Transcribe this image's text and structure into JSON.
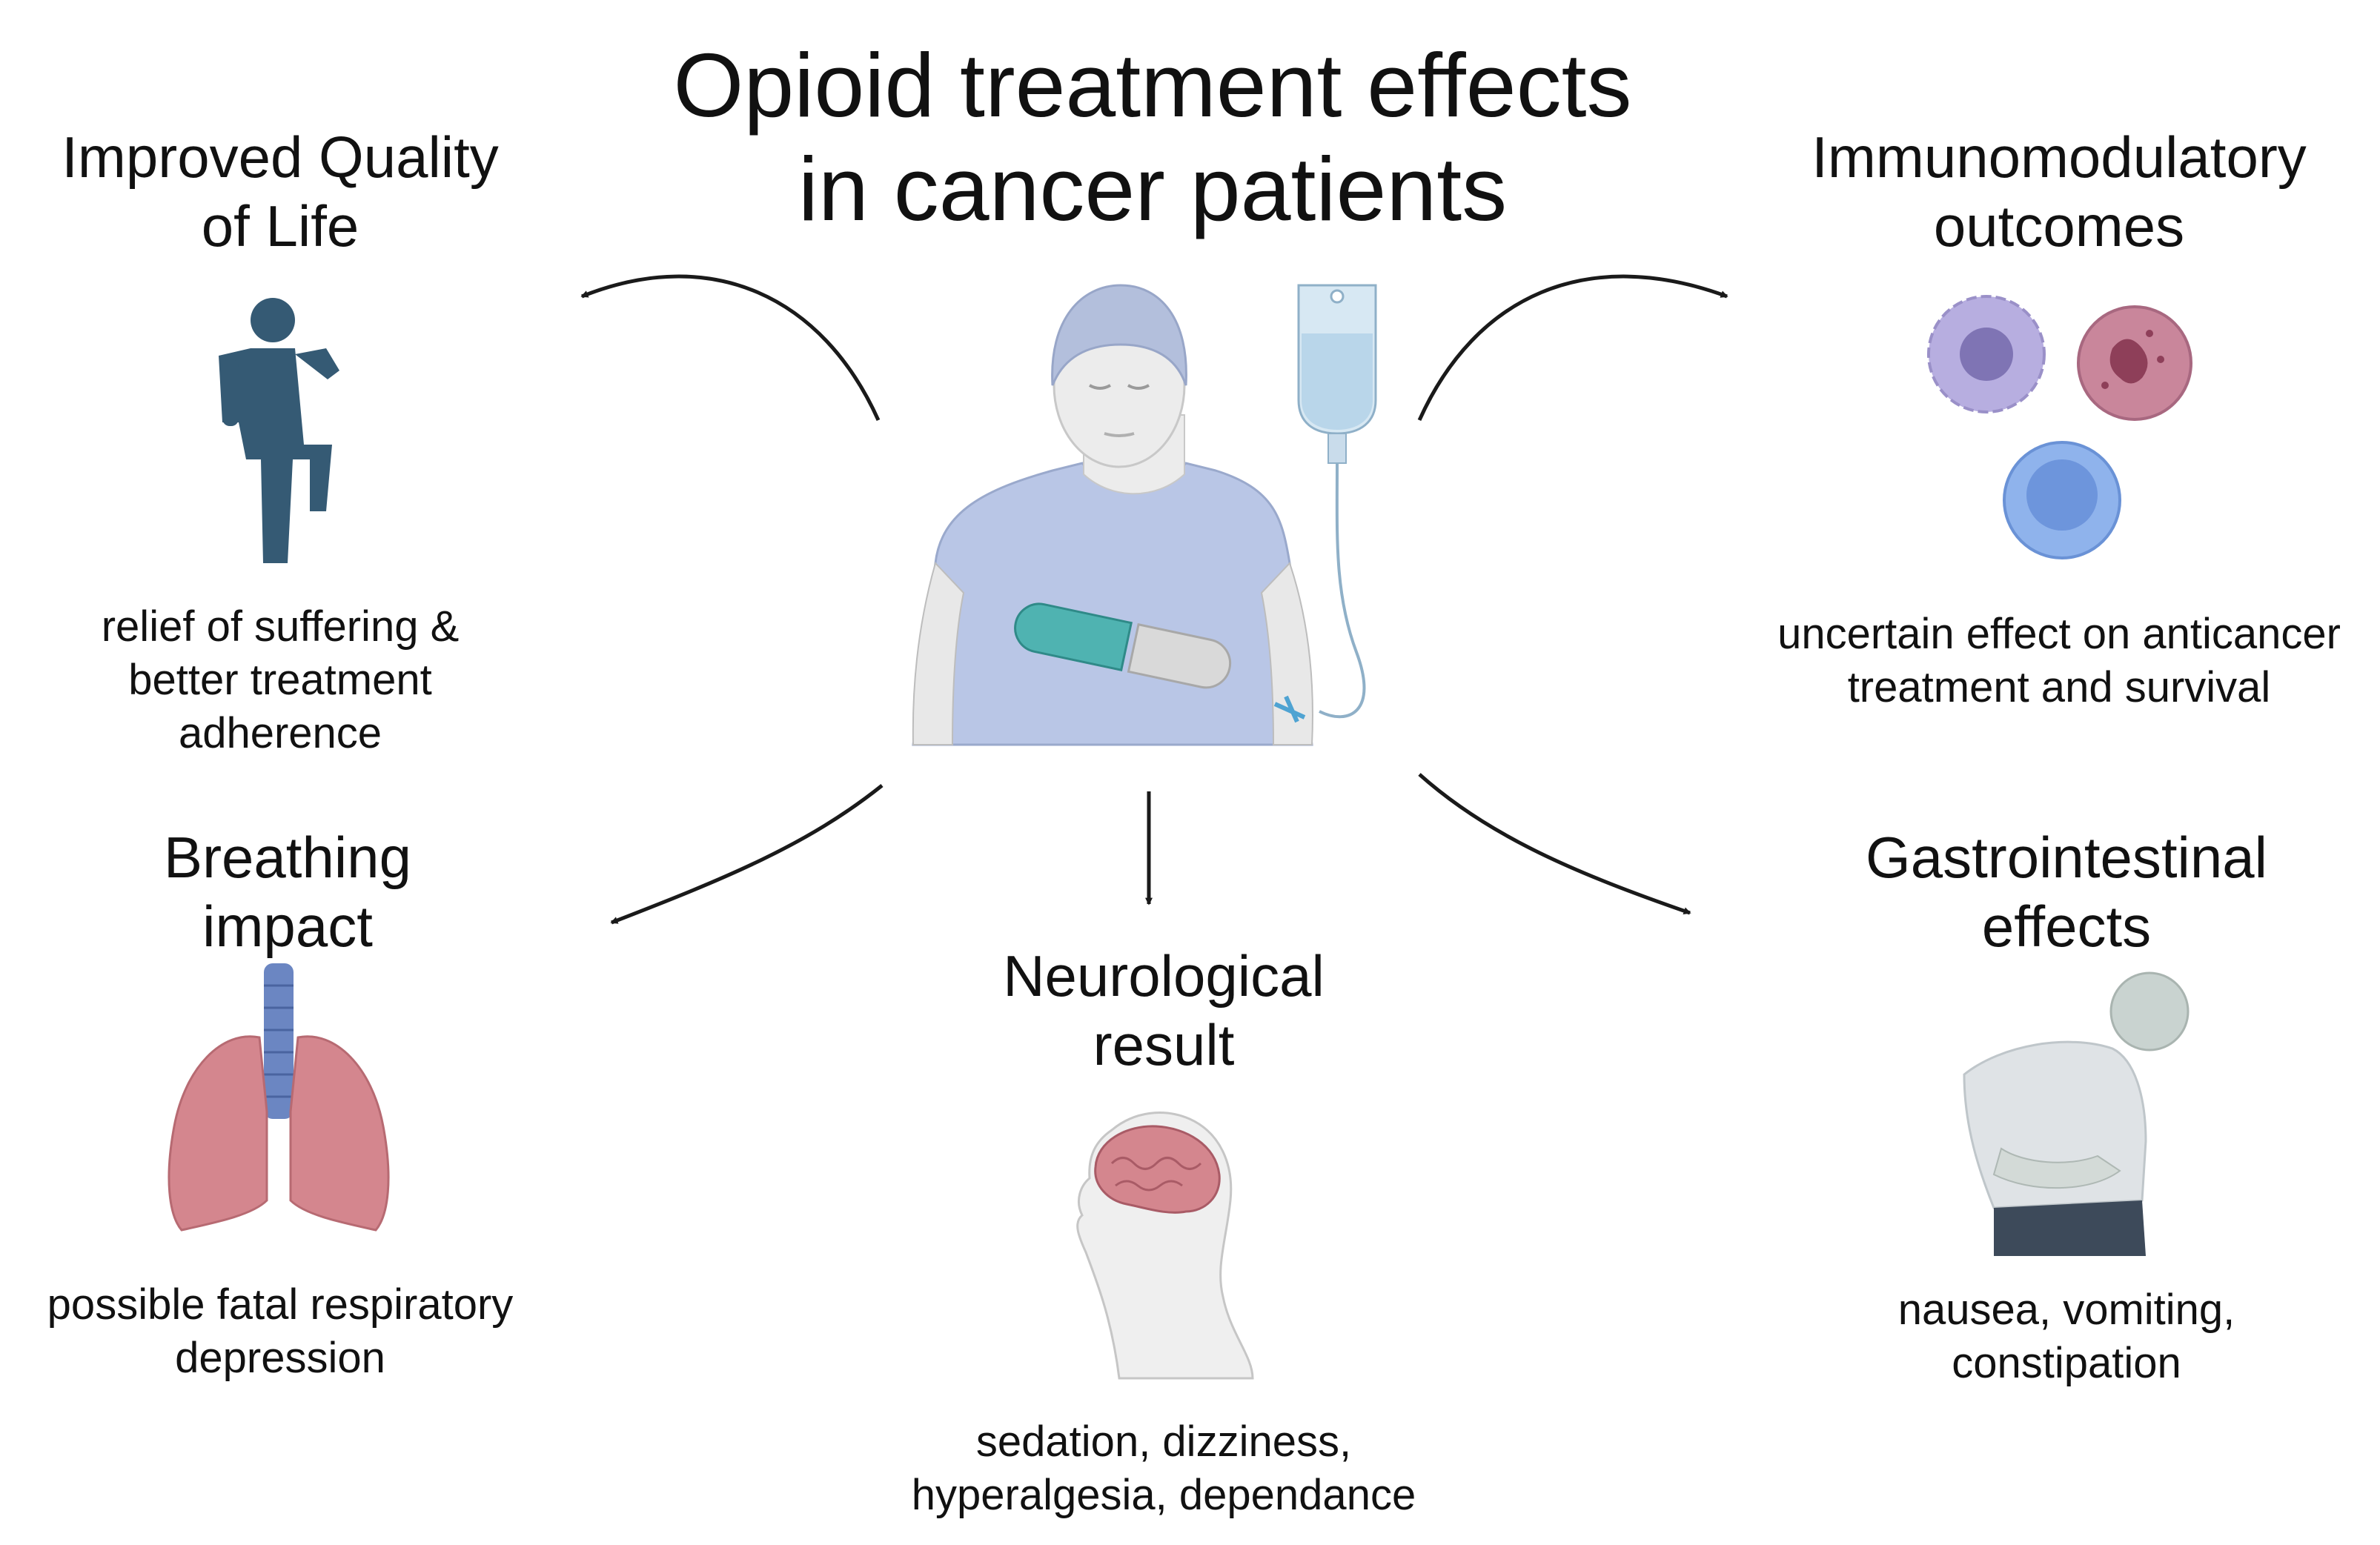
{
  "title": {
    "line1": "Opioid treatment effects",
    "line2": "in cancer patients"
  },
  "panels": {
    "quality": {
      "heading": [
        "Improved Quality",
        "of Life"
      ],
      "description": [
        "relief of suffering &",
        "better treatment",
        "adherence"
      ],
      "icon": "walking-person-icon"
    },
    "immuno": {
      "heading": [
        "Immunomodulatory",
        "outcomes"
      ],
      "description": [
        "uncertain effect on anticancer",
        "treatment and survival"
      ],
      "icon": "immune-cells-icon"
    },
    "breathing": {
      "heading": [
        "Breathing",
        "impact"
      ],
      "description": [
        "possible fatal respiratory",
        "depression"
      ],
      "icon": "lungs-icon"
    },
    "neuro": {
      "heading": [
        "Neurological",
        "result"
      ],
      "description": [
        "sedation, dizziness,",
        "hyperalgesia, dependance"
      ],
      "icon": "brain-head-icon"
    },
    "gastro": {
      "heading": [
        "Gastrointestinal",
        "effects"
      ],
      "description": [
        "nausea, vomiting,",
        "constipation"
      ],
      "icon": "stomach-ache-person-icon"
    }
  },
  "center": {
    "icon": "patient-with-iv-drip-icon",
    "pill_icon": "capsule-icon"
  },
  "colors": {
    "text": "#111111",
    "arrow": "#1a1a1a",
    "figure_slate": "#355a74",
    "lung_pink": "#d4868e",
    "trachea_blue": "#6b86c2",
    "shirt_blue": "#b9c6e6",
    "capsule_teal": "#4fb3b1",
    "cell_purple": "#b7aee0",
    "cell_pink": "#c9869b",
    "cell_blue": "#8fb3ec",
    "skin_gray": "#ececec"
  }
}
